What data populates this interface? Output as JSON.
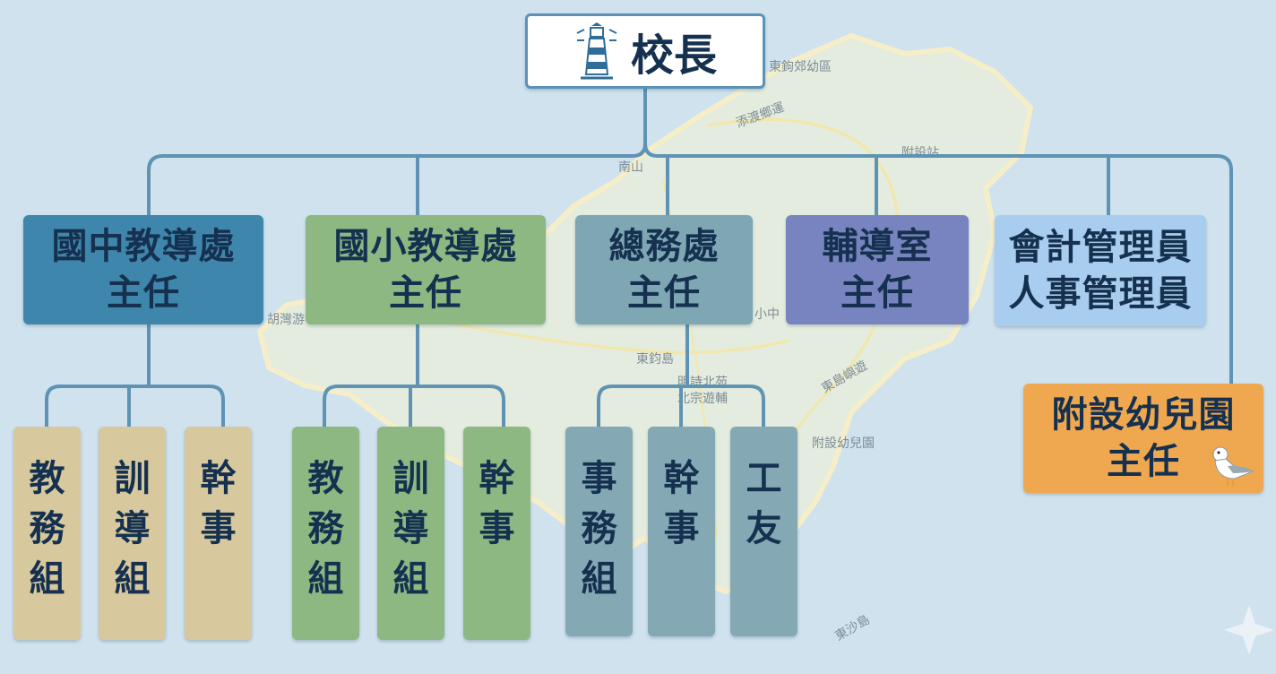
{
  "colors": {
    "line": "#5f93b4",
    "junior_high": "#3f86ac",
    "elementary": "#8db882",
    "general_affairs": "#7ea6b3",
    "counseling": "#7884bf",
    "accounting": "#a9cdee",
    "kindergarten": "#f0a850",
    "tan_units": "#d7c89e",
    "green_units": "#8db882",
    "teal_units": "#84a9b5"
  },
  "principal": {
    "label": "校長",
    "icon": "lighthouse-icon"
  },
  "junior_high": {
    "line1": "國中教導處",
    "line2": "主任",
    "units": [
      {
        "chars": [
          "教",
          "務",
          "組"
        ]
      },
      {
        "chars": [
          "訓",
          "導",
          "組"
        ]
      },
      {
        "chars": [
          "幹",
          "事"
        ]
      }
    ]
  },
  "elementary": {
    "line1": "國小教導處",
    "line2": "主任",
    "units": [
      {
        "chars": [
          "教",
          "務",
          "組"
        ]
      },
      {
        "chars": [
          "訓",
          "導",
          "組"
        ]
      },
      {
        "chars": [
          "幹",
          "事"
        ]
      }
    ]
  },
  "general_affairs": {
    "line1": "總務處",
    "line2": "主任",
    "units": [
      {
        "chars": [
          "事",
          "務",
          "組"
        ]
      },
      {
        "chars": [
          "幹",
          "事"
        ]
      },
      {
        "chars": [
          "工",
          "友"
        ]
      }
    ]
  },
  "counseling": {
    "line1": "輔導室",
    "line2": "主任"
  },
  "accounting": {
    "line1": "會計管理員",
    "line2": "人事管理員"
  },
  "kindergarten": {
    "line1": "附設幼兒園",
    "line2": "主任",
    "icon": "seagull-icon"
  },
  "map_labels": {
    "district": "東鉤郊幼區",
    "road": "添渡鄉運",
    "station": "附設站",
    "north": "南山",
    "bay": "胡灣游",
    "mid": "小中",
    "island": "東鈞島",
    "pier": "明詩北苑",
    "harbor": "北宗遊輔",
    "kindergarten": "附設幼兒園",
    "sand": "東沙島",
    "coast": "東島嶼遊"
  }
}
